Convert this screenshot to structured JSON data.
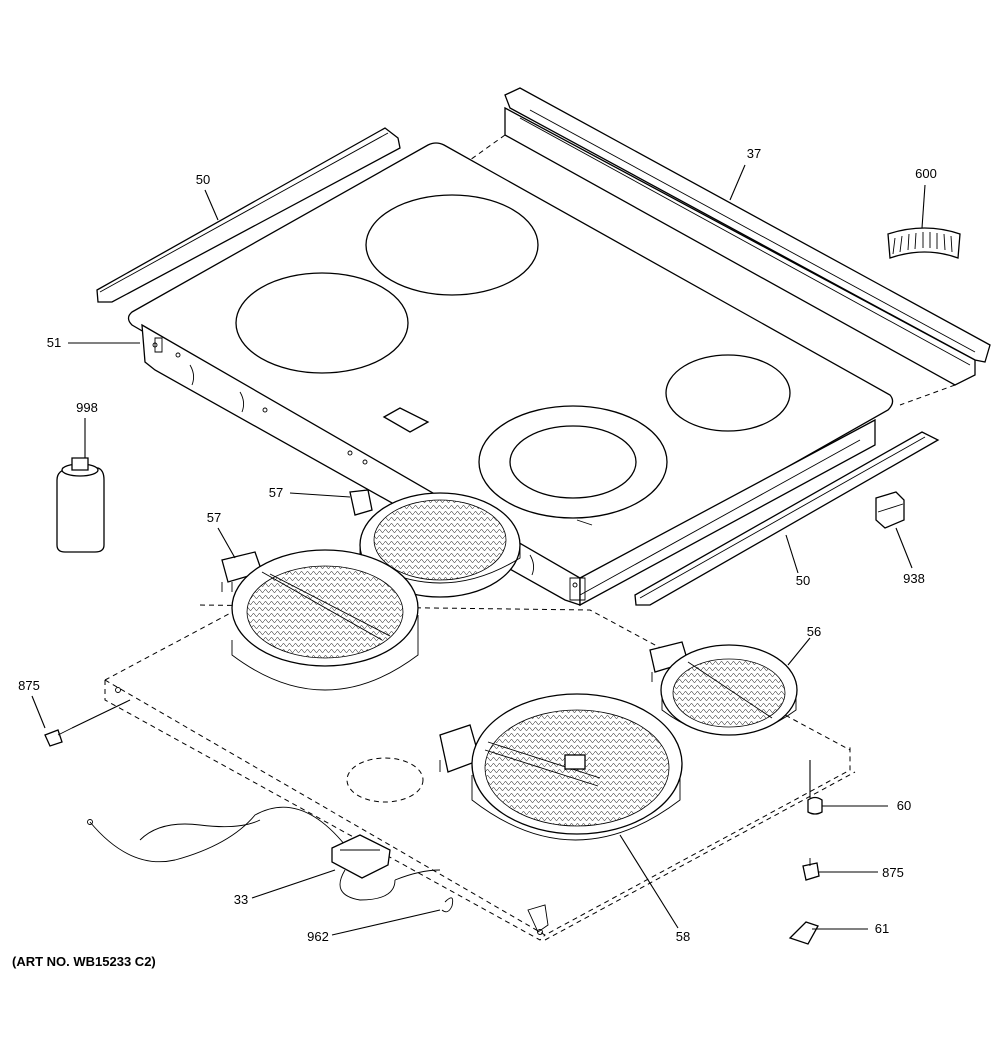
{
  "callouts": {
    "c37": "37",
    "c600": "600",
    "c50_top": "50",
    "c51": "51",
    "c998": "998",
    "c57_a": "57",
    "c57_b": "57",
    "c50_bottom": "50",
    "c938": "938",
    "c56": "56",
    "c875_left": "875",
    "c60": "60",
    "c875_right": "875",
    "c61": "61",
    "c33": "33",
    "c962": "962",
    "c58": "58"
  },
  "art_number": "(ART NO. WB15233 C2)"
}
